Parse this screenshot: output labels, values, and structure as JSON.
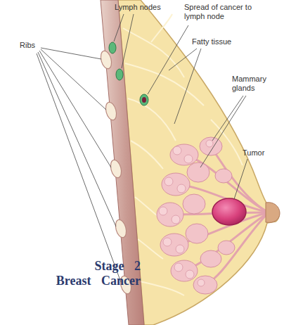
{
  "diagram": {
    "title": "Stage 2 Breast Cancer",
    "labels": [
      "Lymph nodes",
      "Spread of cancer to lymph node",
      "Ribs",
      "Fatty tissue",
      "Mammary glands",
      "Tumor"
    ]
  }
}
